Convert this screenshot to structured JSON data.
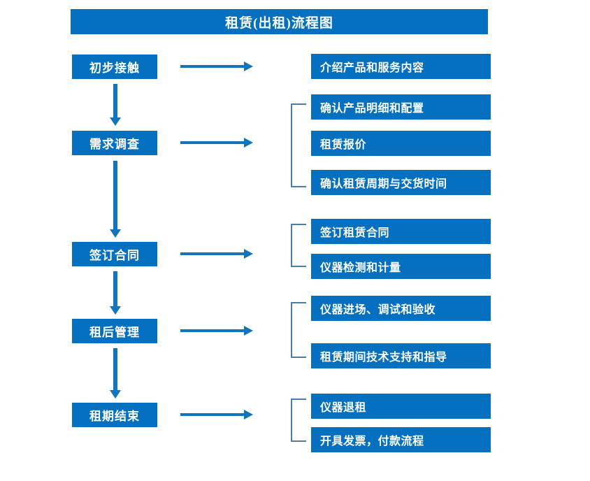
{
  "diagram": {
    "title": "租赁(出租)流程图",
    "colors": {
      "box_blue": "#0570C0",
      "arrow_blue": "#1274BC",
      "bracket_blue": "#4A7EA8",
      "text_white": "#FFFFFF",
      "background": "#FFFFFF"
    },
    "stages": [
      {
        "label": "初步接触"
      },
      {
        "label": "需求调查"
      },
      {
        "label": "签订合同"
      },
      {
        "label": "租后管理"
      },
      {
        "label": "租期结束"
      }
    ],
    "details": [
      {
        "label": "介绍产品和服务内容"
      },
      {
        "label": "确认产品明细和配置"
      },
      {
        "label": "租赁报价"
      },
      {
        "label": "确认租赁周期与交货时间"
      },
      {
        "label": "签订租赁合同"
      },
      {
        "label": "仪器检测和计量"
      },
      {
        "label": "仪器进场、调试和验收"
      },
      {
        "label": "租赁期间技术支持和指导"
      },
      {
        "label": "仪器退租"
      },
      {
        "label": "开具发票，付款流程"
      }
    ],
    "connectors": {
      "horizontal_arrow_count": 5,
      "vertical_arrow_count": 4,
      "bracket_count": 4
    }
  }
}
